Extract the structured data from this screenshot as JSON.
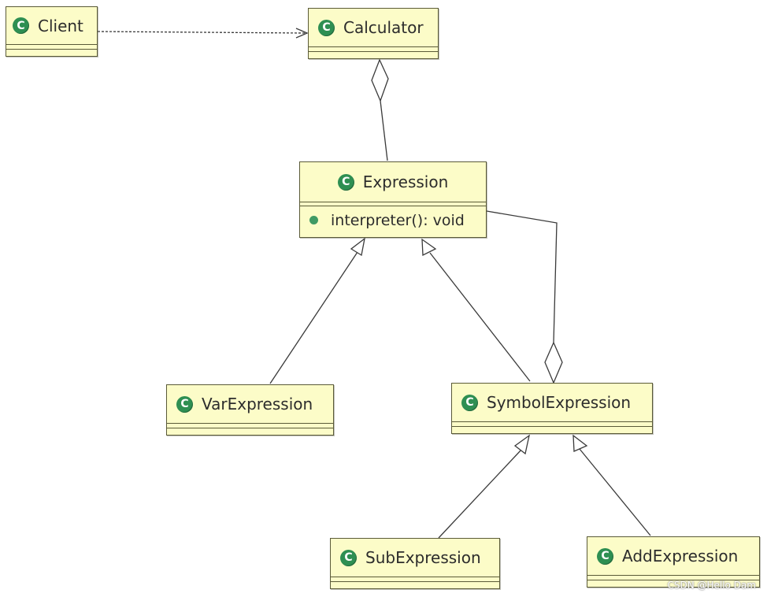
{
  "classes": {
    "client": {
      "name": "Client",
      "icon": "class-icon",
      "icon_letter": "C"
    },
    "calculator": {
      "name": "Calculator",
      "icon": "class-icon",
      "icon_letter": "C"
    },
    "expression": {
      "name": "Expression",
      "icon": "class-icon",
      "icon_letter": "C",
      "methods": [
        "interpreter(): void"
      ]
    },
    "var_expression": {
      "name": "VarExpression",
      "icon": "class-icon",
      "icon_letter": "C"
    },
    "symbol_expression": {
      "name": "SymbolExpression",
      "icon": "class-icon",
      "icon_letter": "C"
    },
    "sub_expression": {
      "name": "SubExpression",
      "icon": "class-icon",
      "icon_letter": "C"
    },
    "add_expression": {
      "name": "AddExpression",
      "icon": "class-icon",
      "icon_letter": "C"
    }
  },
  "relationships": [
    {
      "from": "Client",
      "to": "Calculator",
      "type": "dependency"
    },
    {
      "from": "Expression",
      "to": "Calculator",
      "type": "aggregation"
    },
    {
      "from": "VarExpression",
      "to": "Expression",
      "type": "generalization"
    },
    {
      "from": "SymbolExpression",
      "to": "Expression",
      "type": "generalization"
    },
    {
      "from": "Expression",
      "to": "SymbolExpression",
      "type": "aggregation"
    },
    {
      "from": "SubExpression",
      "to": "SymbolExpression",
      "type": "generalization"
    },
    {
      "from": "AddExpression",
      "to": "SymbolExpression",
      "type": "generalization"
    }
  ],
  "colors": {
    "class_fill": "#fcfcc8",
    "class_border": "#5a5a38",
    "icon_green": "#2e8f52"
  },
  "watermark": "CSDN @Hello Dam"
}
